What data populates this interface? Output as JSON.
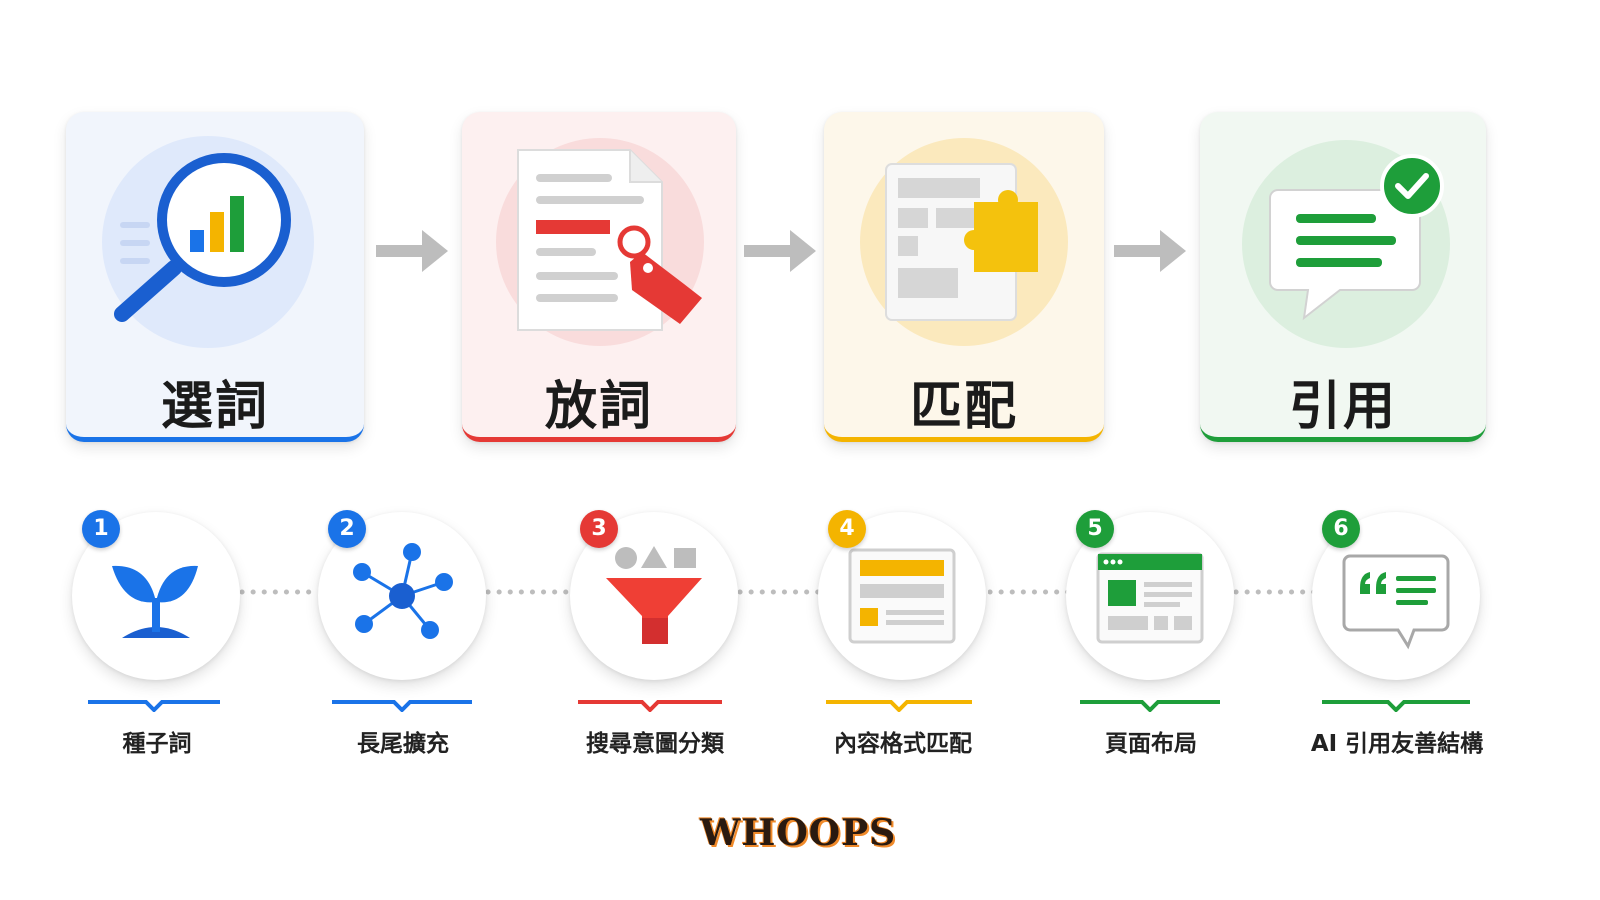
{
  "stages": [
    {
      "title": "選詞",
      "icon": "magnifier-chart-icon",
      "color": "#1a73e8",
      "bg": "#eef3fc"
    },
    {
      "title": "放詞",
      "icon": "document-tag-icon",
      "color": "#e53935",
      "bg": "#fdeeee"
    },
    {
      "title": "匹配",
      "icon": "layout-puzzle-icon",
      "color": "#f4b400",
      "bg": "#fef8ea"
    },
    {
      "title": "引用",
      "icon": "chat-check-icon",
      "color": "#1e9e3a",
      "bg": "#edf7ef"
    }
  ],
  "steps": [
    {
      "number": "1",
      "label": "種子詞",
      "icon": "sprout-icon",
      "color": "#1a73e8"
    },
    {
      "number": "2",
      "label": "長尾擴充",
      "icon": "network-icon",
      "color": "#1a73e8"
    },
    {
      "number": "3",
      "label": "搜尋意圖分類",
      "icon": "funnel-icon",
      "color": "#e53935"
    },
    {
      "number": "4",
      "label": "內容格式匹配",
      "icon": "content-layout-icon",
      "color": "#f4b400"
    },
    {
      "number": "5",
      "label": "頁面布局",
      "icon": "webpage-icon",
      "color": "#1e9e3a"
    },
    {
      "number": "6",
      "label": "AI 引用友善結構",
      "icon": "quote-chat-icon",
      "color": "#1e9e3a"
    }
  ],
  "logo": {
    "text": "WHOOPS"
  }
}
